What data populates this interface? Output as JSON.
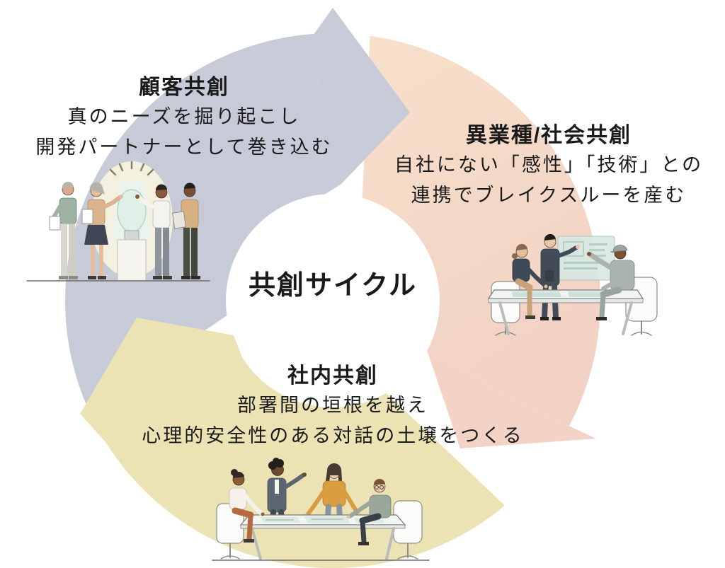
{
  "diagram": {
    "center_label": "共創サイクル",
    "segments": [
      {
        "id": "customer",
        "title": "顧客共創",
        "line1": "真のニーズを掘り起こし",
        "line2": "開発パートナーとして巻き込む",
        "arc_color": "#c6cbd7",
        "position": "top-left",
        "arrow_direction": "clockwise-to-right",
        "illustration": "people-around-glowing-lightbulb"
      },
      {
        "id": "cross-industry",
        "title": "異業種/社会共創",
        "line1": "自社にない「感性」「技術」との",
        "line2": "連携でブレイクスルーを産む",
        "arc_color": "#f6dcc7",
        "arrowhead_color": "#f3d3c6",
        "position": "right",
        "arrow_direction": "clockwise-to-bottom",
        "illustration": "meeting-table-with-presentation-screen"
      },
      {
        "id": "internal",
        "title": "社内共創",
        "line1": "部署間の垣根を越え",
        "line2": "心理的安全性のある対話の土壌をつくる",
        "arc_color": "#ece3b5",
        "position": "bottom-left",
        "arrow_direction": "clockwise-to-upper-left",
        "illustration": "team-discussion-around-table"
      }
    ],
    "colors": {
      "background": "#ffffff",
      "text": "#1a1a1a",
      "gray_arc": "#c6cbd7",
      "orange_arc_top": "#f7e0ca",
      "orange_arc_bottom": "#f2d2c5",
      "yellow_arc": "#ece3b5"
    }
  }
}
